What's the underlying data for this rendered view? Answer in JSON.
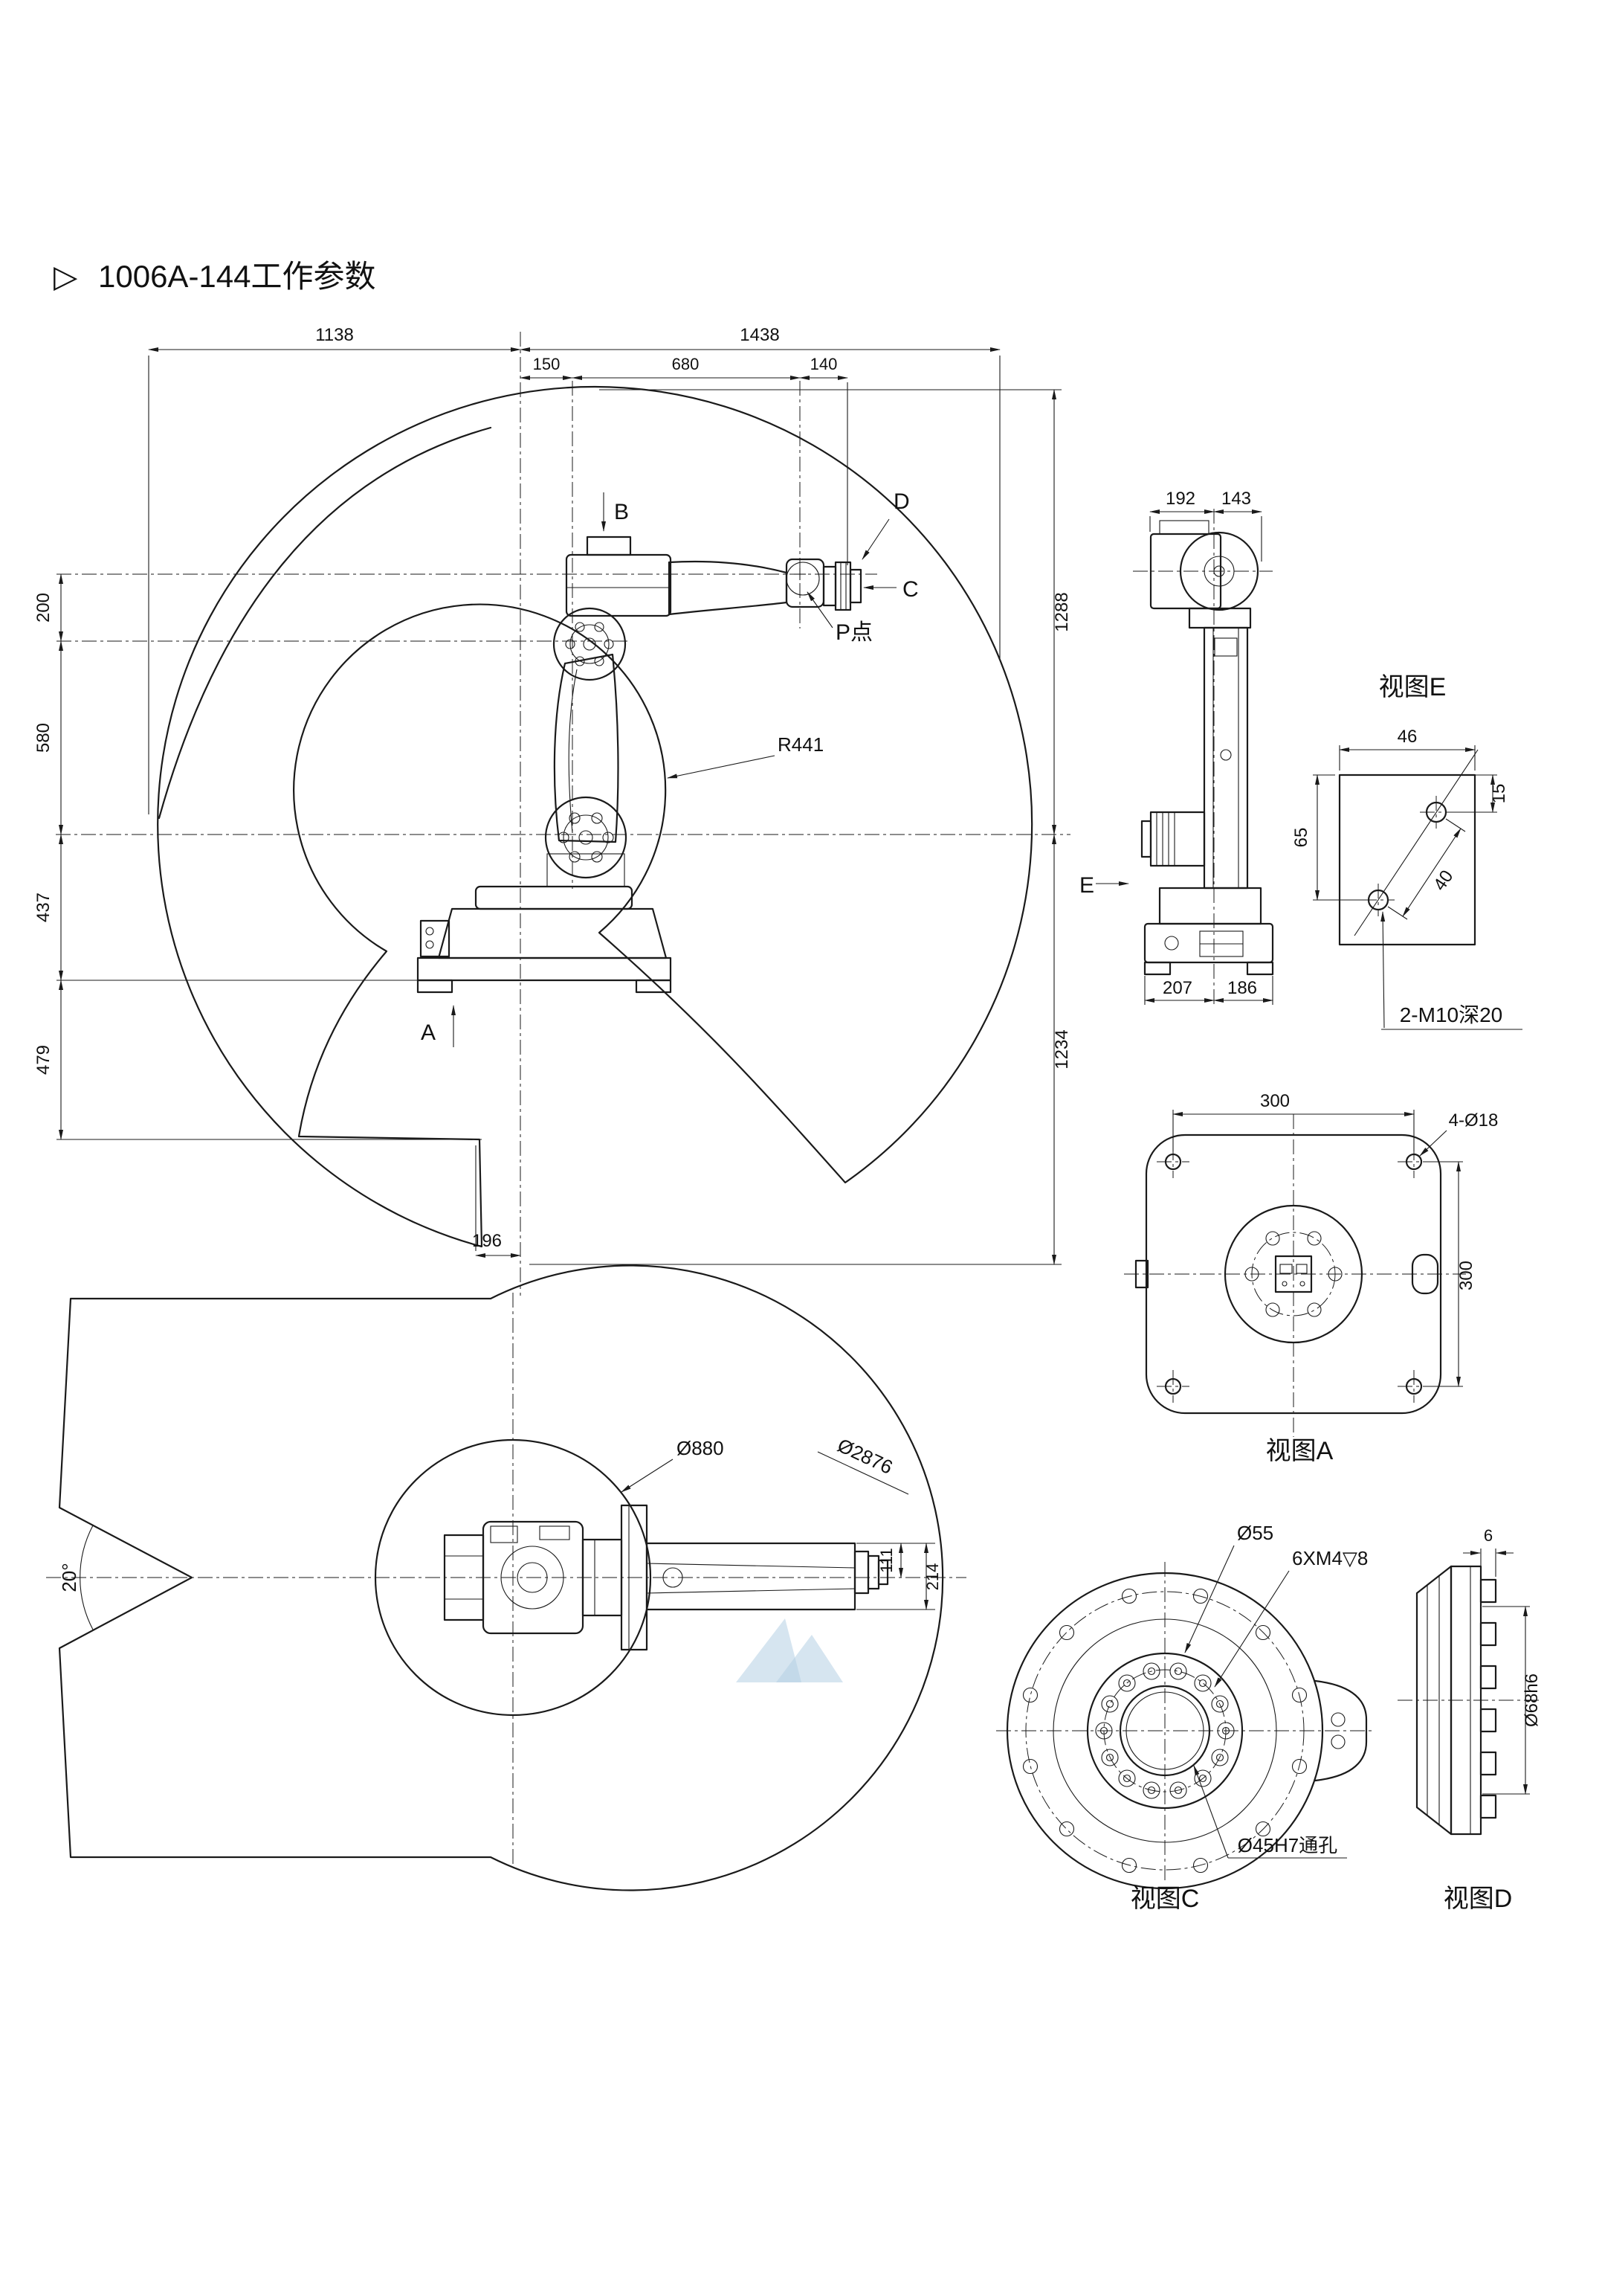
{
  "page": {
    "marker": "▷",
    "title": "1006A-144工作参数"
  },
  "side_view": {
    "dim_1138": "1138",
    "dim_1438": "1438",
    "dim_150": "150",
    "dim_680": "680",
    "dim_140": "140",
    "dim_200": "200",
    "dim_580": "580",
    "dim_437": "437",
    "dim_479": "479",
    "dim_1288": "1288",
    "dim_1234": "1234",
    "dim_196": "196",
    "radius": "R441",
    "label_b": "B",
    "label_d": "D",
    "label_c": "C",
    "label_p": "P点",
    "label_a": "A",
    "label_e": "E"
  },
  "rear_view": {
    "dim_192": "192",
    "dim_143": "143",
    "dim_207": "207",
    "dim_186": "186"
  },
  "view_e": {
    "title": "视图E",
    "dim_46": "46",
    "dim_65": "65",
    "dim_15": "15",
    "dim_40": "40",
    "note": "2-M10深20"
  },
  "view_a": {
    "title": "视图A",
    "dim_300_top": "300",
    "dim_300_right": "300",
    "note": "4-Ø18"
  },
  "top_view": {
    "dia_inner": "Ø880",
    "dia_outer": "Ø2876",
    "angle": "20°",
    "dim_111": "111",
    "dim_214": "214"
  },
  "view_c": {
    "title": "视图C",
    "dia_55": "Ø55",
    "thread_note": "6XM4▽8",
    "bore_note": "Ø45H7通孔"
  },
  "view_d": {
    "title": "视图D",
    "dim_6": "6",
    "dia_68": "Ø68h6"
  }
}
